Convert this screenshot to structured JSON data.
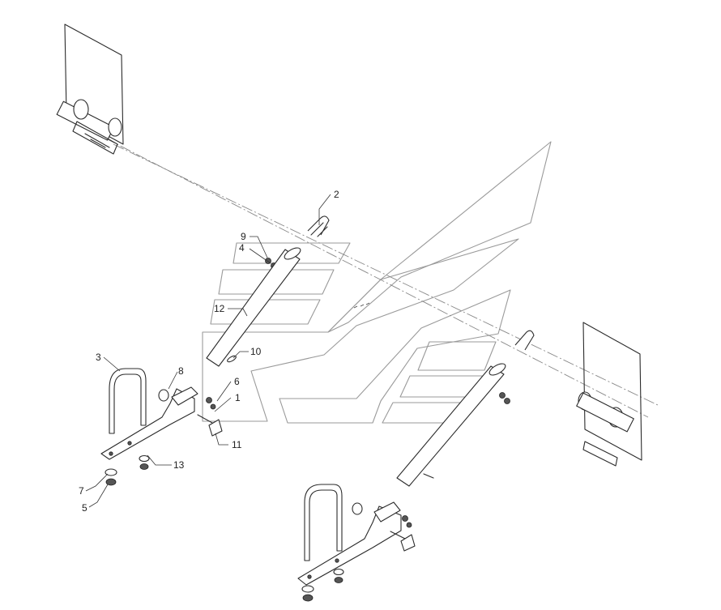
{
  "callouts": [
    {
      "id": "callout-1",
      "text": "1"
    },
    {
      "id": "callout-2",
      "text": "2"
    },
    {
      "id": "callout-3",
      "text": "3"
    },
    {
      "id": "callout-4",
      "text": "4"
    },
    {
      "id": "callout-5",
      "text": "5"
    },
    {
      "id": "callout-6",
      "text": "6"
    },
    {
      "id": "callout-7",
      "text": "7"
    },
    {
      "id": "callout-8",
      "text": "8"
    },
    {
      "id": "callout-9",
      "text": "9"
    },
    {
      "id": "callout-10",
      "text": "10"
    },
    {
      "id": "callout-11",
      "text": "11"
    },
    {
      "id": "callout-12",
      "text": "12"
    },
    {
      "id": "callout-13",
      "text": "13"
    }
  ]
}
